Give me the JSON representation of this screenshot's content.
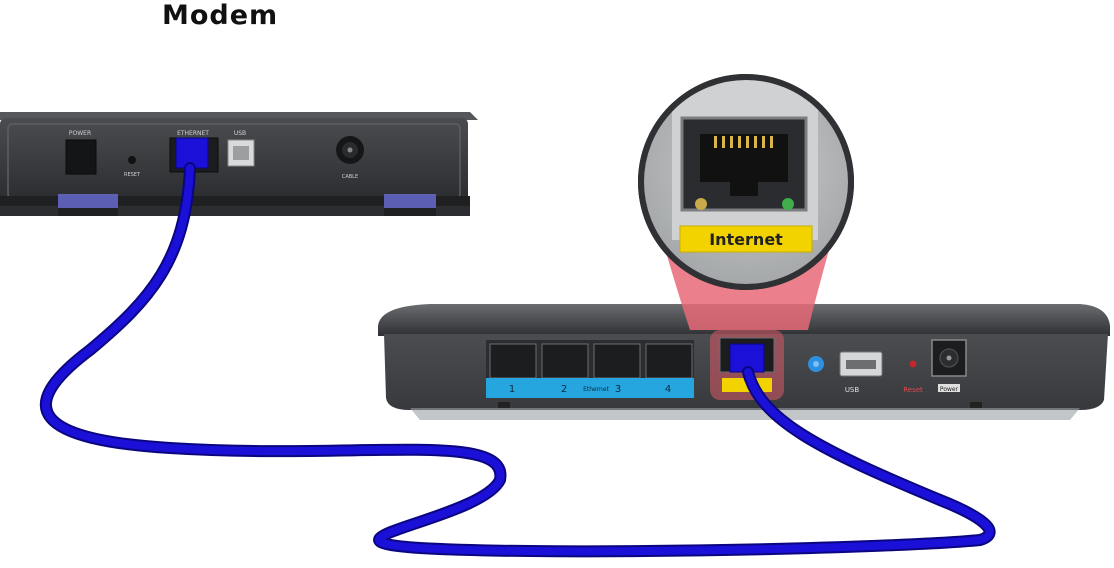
{
  "title": "Modem",
  "modem": {
    "port_labels": {
      "power": "POWER",
      "reset": "RESET",
      "ethernet": "ETHERNET",
      "usb": "USB",
      "cable": "CABLE"
    }
  },
  "router": {
    "internet_label": "Internet",
    "ethernet_numbers": [
      "1",
      "2",
      "3",
      "4"
    ],
    "ethernet_label": "Ethernet",
    "usb_label": "USB",
    "reset_label": "Reset",
    "power_label": "Power"
  },
  "colors": {
    "cable": "#1a10d8",
    "device_body": "#3a3c40",
    "internet_label_bg": "#f2d300",
    "ethernet_bar": "#26a6df",
    "highlight_cone": "#e86a78",
    "wps_button": "#2c8fe0"
  }
}
